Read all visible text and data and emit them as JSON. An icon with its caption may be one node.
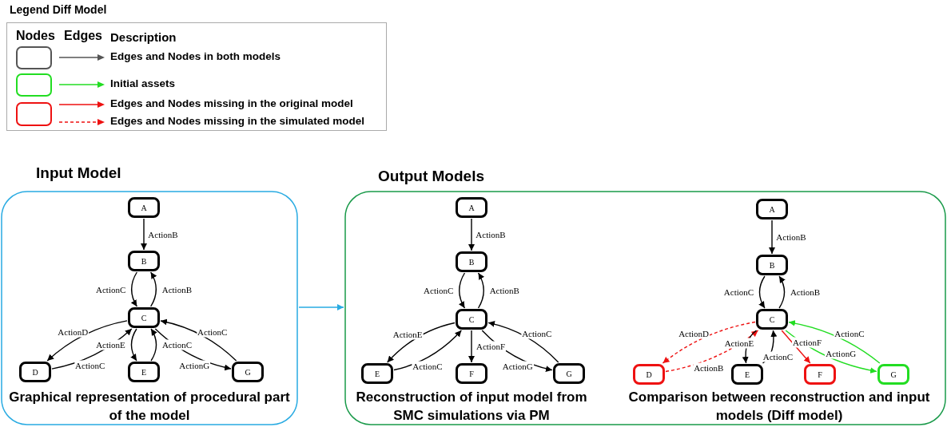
{
  "diagram": {
    "nodes": [
      {
        "text": [
          "Input Model",
          "Graphical representation of procedural part of the model"
        ]
      },
      {
        "text": [
          "Output Models",
          "Reconstruction of input model from SMC simulations via PM",
          "Comparison between reconstruction and input models (Diff model)"
        ]
      },
      {
        "text": [
          "A"
        ],
        "in": 0
      },
      {
        "text": [
          "B"
        ],
        "in": 0
      },
      {
        "text": [
          "C"
        ],
        "in": 0
      },
      {
        "text": [
          "D"
        ],
        "in": 0
      },
      {
        "text": [
          "E"
        ],
        "in": 0
      },
      {
        "text": [
          "G"
        ],
        "in": 0
      },
      {
        "text": [
          "A"
        ],
        "in": 1
      },
      {
        "text": [
          "B"
        ],
        "in": 1
      },
      {
        "text": [
          "C"
        ],
        "in": 1
      },
      {
        "text": [
          "E"
        ],
        "in": 1
      },
      {
        "text": [
          "F"
        ],
        "in": 1
      },
      {
        "text": [
          "G"
        ],
        "in": 1
      },
      {
        "text": [
          "A"
        ],
        "in": 1
      },
      {
        "text": [
          "B"
        ],
        "in": 1
      },
      {
        "text": [
          "C"
        ],
        "in": 1
      },
      {
        "text": [
          "D"
        ],
        "in": 1
      },
      {
        "text": [
          "E"
        ],
        "in": 1
      },
      {
        "text": [
          "F"
        ],
        "in": 1
      },
      {
        "text": [
          "G"
        ],
        "in": 1
      }
    ],
    "edges": [
      {
        "from": 0,
        "to": 1,
        "arrow": "to",
        "color": "#29abe2"
      },
      {
        "from": 2,
        "to": 3,
        "arrow": "to",
        "label": "ActionB"
      },
      {
        "from": 3,
        "to": 4,
        "arrow": "to",
        "label": "ActionC"
      },
      {
        "from": 4,
        "to": 3,
        "arrow": "to",
        "label": "ActionB"
      },
      {
        "from": 4,
        "to": 5,
        "arrow": "to",
        "label": "ActionD"
      },
      {
        "from": 5,
        "to": 4,
        "arrow": "to",
        "label": "ActionC"
      },
      {
        "from": 4,
        "to": 6,
        "arrow": "to",
        "label": "ActionE"
      },
      {
        "from": 6,
        "to": 4,
        "arrow": "to",
        "label": "ActionC"
      },
      {
        "from": 4,
        "to": 7,
        "arrow": "to",
        "label": "ActionG"
      },
      {
        "from": 7,
        "to": 4,
        "arrow": "to",
        "label": "ActionC"
      },
      {
        "from": 8,
        "to": 9,
        "arrow": "to",
        "label": "ActionB"
      },
      {
        "from": 9,
        "to": 10,
        "arrow": "to",
        "label": "ActionC"
      },
      {
        "from": 10,
        "to": 9,
        "arrow": "to",
        "label": "ActionB"
      },
      {
        "from": 10,
        "to": 11,
        "arrow": "to",
        "label": "ActionE"
      },
      {
        "from": 11,
        "to": 10,
        "arrow": "to",
        "label": "ActionC"
      },
      {
        "from": 10,
        "to": 12,
        "arrow": "to",
        "label": "ActionF"
      },
      {
        "from": 10,
        "to": 13,
        "arrow": "to",
        "label": "ActionG"
      },
      {
        "from": 13,
        "to": 10,
        "arrow": "to",
        "label": "ActionC"
      },
      {
        "from": 14,
        "to": 15,
        "arrow": "to",
        "label": "ActionB"
      },
      {
        "from": 15,
        "to": 16,
        "arrow": "to",
        "label": "ActionC"
      },
      {
        "from": 16,
        "to": 15,
        "arrow": "to",
        "label": "ActionB"
      },
      {
        "from": 16,
        "to": 17,
        "arrow": "to",
        "label": "ActionD",
        "style": "dashed",
        "color": "#ee1111"
      },
      {
        "from": 17,
        "to": 16,
        "arrow": "to",
        "label": "ActionB",
        "style": "dashed",
        "color": "#ee1111"
      },
      {
        "from": 16,
        "to": 18,
        "arrow": "to",
        "label": "ActionE"
      },
      {
        "from": 18,
        "to": 16,
        "arrow": "to",
        "label": "ActionC"
      },
      {
        "from": 16,
        "to": 19,
        "arrow": "to",
        "label": "ActionF",
        "color": "#ee1111"
      },
      {
        "from": 16,
        "to": 20,
        "arrow": "to",
        "label": "ActionG",
        "color": "#22dd22"
      },
      {
        "from": 20,
        "to": 16,
        "arrow": "to",
        "label": "ActionC",
        "color": "#22dd22"
      }
    ],
    "labels": [
      "Legend Diff Model",
      "Nodes",
      "Edges",
      "Description"
    ],
    "legend": [
      {
        "text": "Edges and Nodes in both models"
      },
      {
        "text": "Initial assets"
      },
      {
        "text": "Edges and Nodes missing in the original model"
      },
      {
        "text": "Edges and Nodes missing in the simulated model"
      }
    ]
  }
}
